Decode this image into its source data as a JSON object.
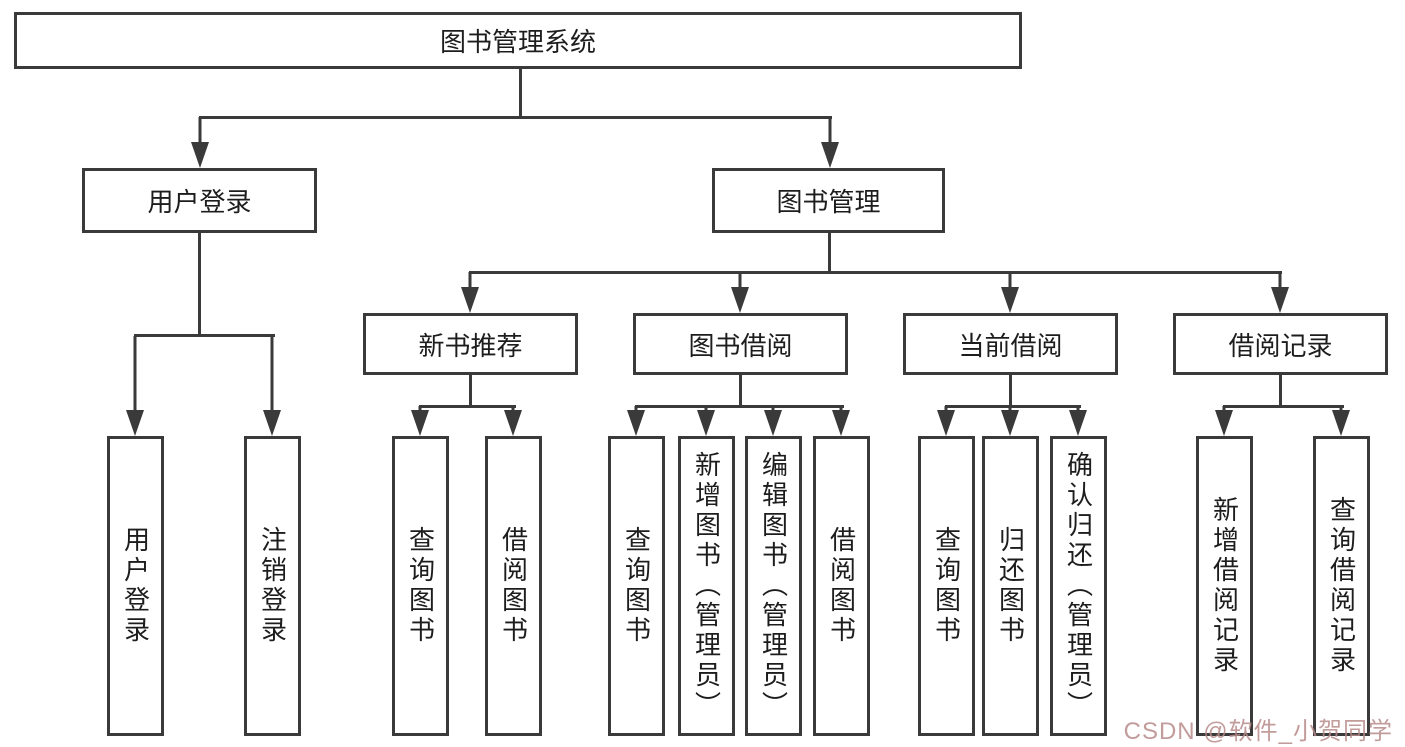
{
  "diagram_type": "hierarchy-flowchart",
  "colors": {
    "line": "#3a3a3a",
    "text": "#1d1d1d",
    "background": "#ffffff",
    "watermark": "#b78a8a"
  },
  "nodes": {
    "root": "图书管理系统",
    "user_login": "用户登录",
    "book_mgmt": "图书管理",
    "login": "用户登录",
    "logout": "注销登录",
    "new_books": "新书推荐",
    "borrow": "图书借阅",
    "current": "当前借阅",
    "records": "借阅记录",
    "nb_query": "查询图书",
    "nb_borrow": "借阅图书",
    "bw_query": "查询图书",
    "bw_add": "新增图书（管理员）",
    "bw_edit": "编辑图书（管理员）",
    "bw_borrow": "借阅图书",
    "cur_query": "查询图书",
    "cur_return": "归还图书",
    "cur_confirm": "确认归还（管理员）",
    "rec_add": "新增借阅记录",
    "rec_query": "查询借阅记录"
  },
  "watermark": "CSDN @软件_小贺同学"
}
